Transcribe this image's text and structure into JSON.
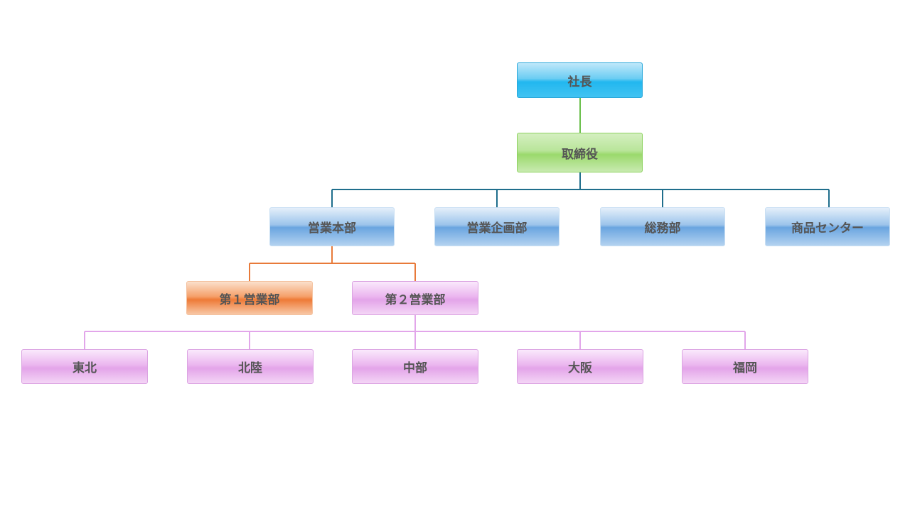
{
  "nodes": {
    "president": "社長",
    "director": "取締役",
    "sales_hq": "営業本部",
    "sales_planning": "営業企画部",
    "general_affairs": "総務部",
    "product_center": "商品センター",
    "sales_1": "第１営業部",
    "sales_2": "第２営業部",
    "tohoku": "東北",
    "hokuriku": "北陸",
    "chubu": "中部",
    "osaka": "大阪",
    "fukuoka": "福岡"
  },
  "colors": {
    "connector_green": "#6abf4b",
    "connector_teal": "#1f6e8c",
    "connector_orange": "#e87a3a",
    "connector_pink": "#e2a6ea"
  }
}
